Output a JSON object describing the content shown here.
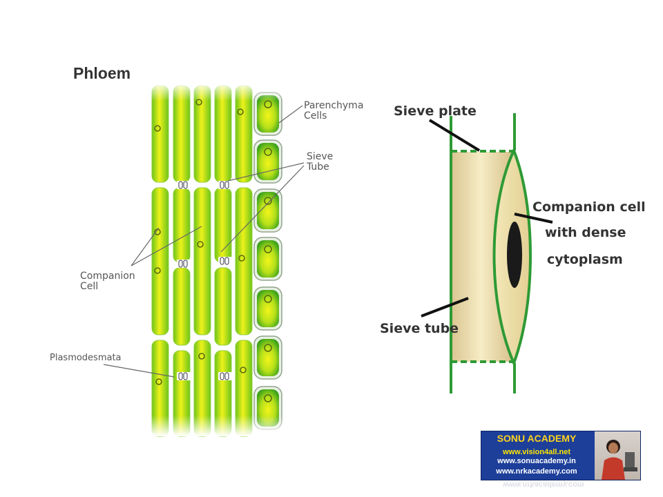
{
  "left_diagram": {
    "title": "Phloem",
    "labels": {
      "parenchyma": [
        "Parenchyma",
        "Cells"
      ],
      "sieve_tube": [
        "Sieve",
        "Tube"
      ],
      "companion_cell": [
        "Companion",
        "Cell"
      ],
      "plasmodesmata": "Plasmodesmata"
    }
  },
  "right_diagram": {
    "labels": {
      "sieve_plate": "Sieve plate",
      "companion_cell": [
        "Companion cell",
        "with dense",
        "cytoplasm"
      ],
      "sieve_tube": "Sieve tube"
    }
  },
  "banner": {
    "name": "SONU ACADEMY",
    "urls": [
      "www.vision4all.net",
      "www.sonuacademy.in",
      "www.nrkacademy.com"
    ]
  },
  "colors": {
    "cell_green": "#5cc21a",
    "cell_yellow": "#eef21a",
    "outline_green": "#2e9a35",
    "sieve_fill": "#e8d7a8",
    "nucleus": "#1a1a1a",
    "banner_blue": "#1d3f9a",
    "banner_gold": "#ffd21e"
  }
}
